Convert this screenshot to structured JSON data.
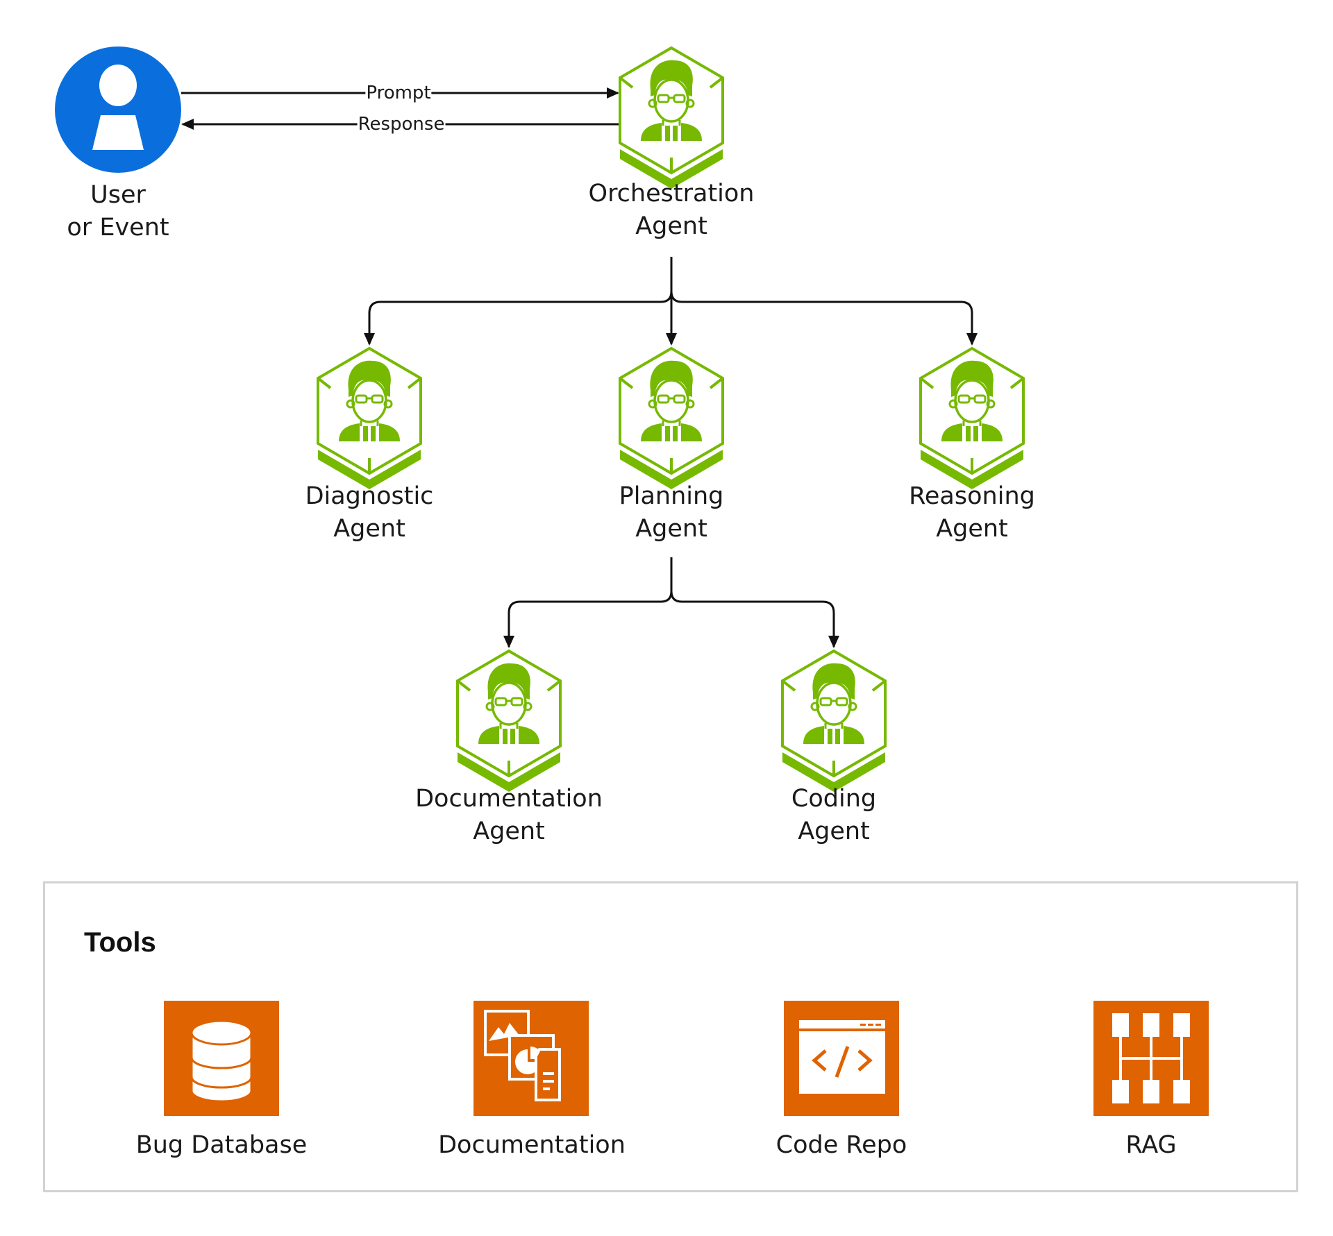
{
  "colors": {
    "user_blue": "#0a6fdc",
    "agent_green": "#76b900",
    "tool_orange": "#df6300",
    "tools_border": "#d2d2d2",
    "line": "#111111"
  },
  "user": {
    "label_line1": "User",
    "label_line2": "or Event",
    "icon": "user-icon"
  },
  "edges": {
    "prompt": "Prompt",
    "response": "Response"
  },
  "agents": {
    "orchestration": {
      "line1": "Orchestration",
      "line2": "Agent"
    },
    "diagnostic": {
      "line1": "Diagnostic",
      "line2": "Agent"
    },
    "planning": {
      "line1": "Planning",
      "line2": "Agent"
    },
    "reasoning": {
      "line1": "Reasoning",
      "line2": "Agent"
    },
    "documentation": {
      "line1": "Documentation",
      "line2": "Agent"
    },
    "coding": {
      "line1": "Coding",
      "line2": "Agent"
    }
  },
  "tools": {
    "title": "Tools",
    "items": [
      {
        "label": "Bug Database",
        "icon": "database-icon"
      },
      {
        "label": "Documentation",
        "icon": "documents-icon"
      },
      {
        "label": "Code Repo",
        "icon": "code-window-icon"
      },
      {
        "label": "RAG",
        "icon": "rag-network-icon"
      }
    ]
  }
}
